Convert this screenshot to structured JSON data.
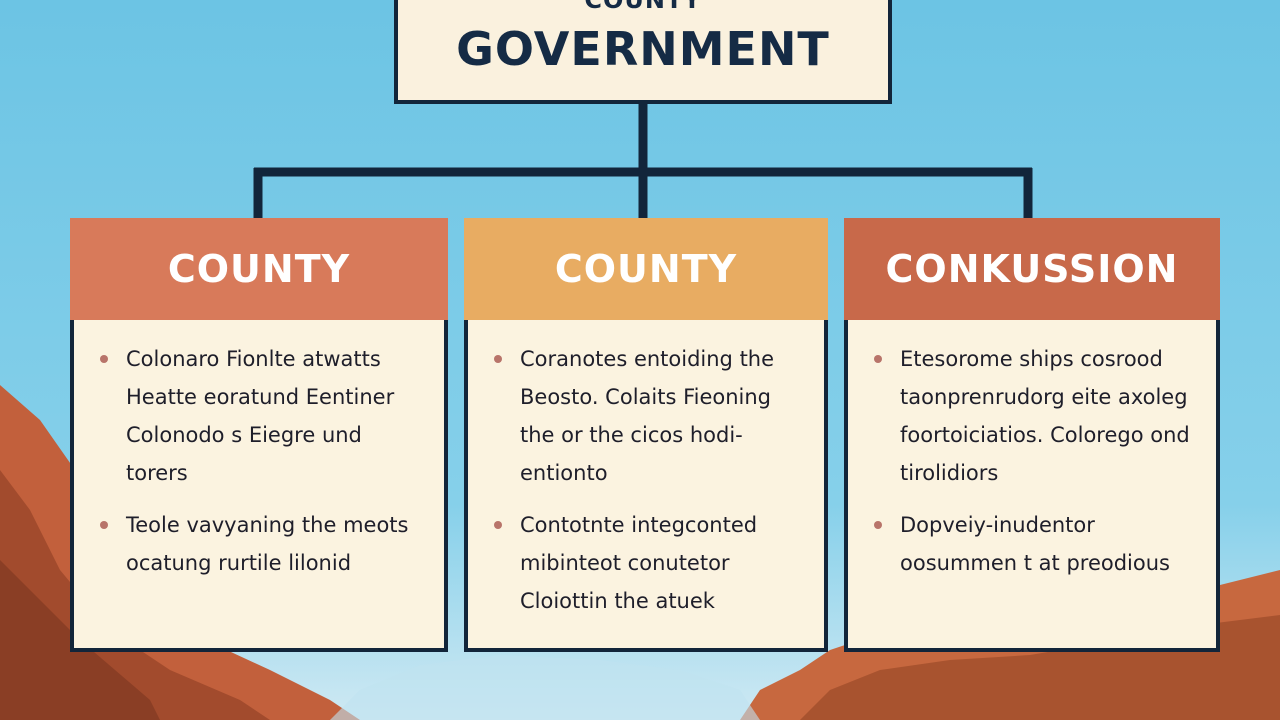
{
  "top": {
    "line1": "COUNTY",
    "line2": "GOVERNMENT"
  },
  "cards": [
    {
      "title": "COUNTY",
      "bullets": [
        "Colonaro Fionlte atwatts Heatte eoratund Eentiner Colonodo s Eiegre und torers",
        "Teole vavyaning the meots ocatung rurtile lilonid"
      ]
    },
    {
      "title": "COUNTY",
      "bullets": [
        "Coranotes entoiding the Beosto. Colaits Fieoning the or the cicos hodi-entionto",
        "Contotnte integconted mibinteot conutetor Cloiottin the atuek"
      ]
    },
    {
      "title": "CONKUSSION",
      "bullets": [
        "Etesorome ships cosrood taonprenrudorg eite axoleg foortoiciatios. Colorego ond tirolidiors",
        "Dopveiy-inudentor oosummen t at preodious"
      ]
    }
  ],
  "colors": {
    "sky": "#6ec6e6",
    "outline": "#12253a",
    "card_fill": "#fbf3e0",
    "header_1": "#d87a5a",
    "header_2": "#e8ac62",
    "header_3": "#c8694a",
    "bullet": "#b8746a"
  }
}
